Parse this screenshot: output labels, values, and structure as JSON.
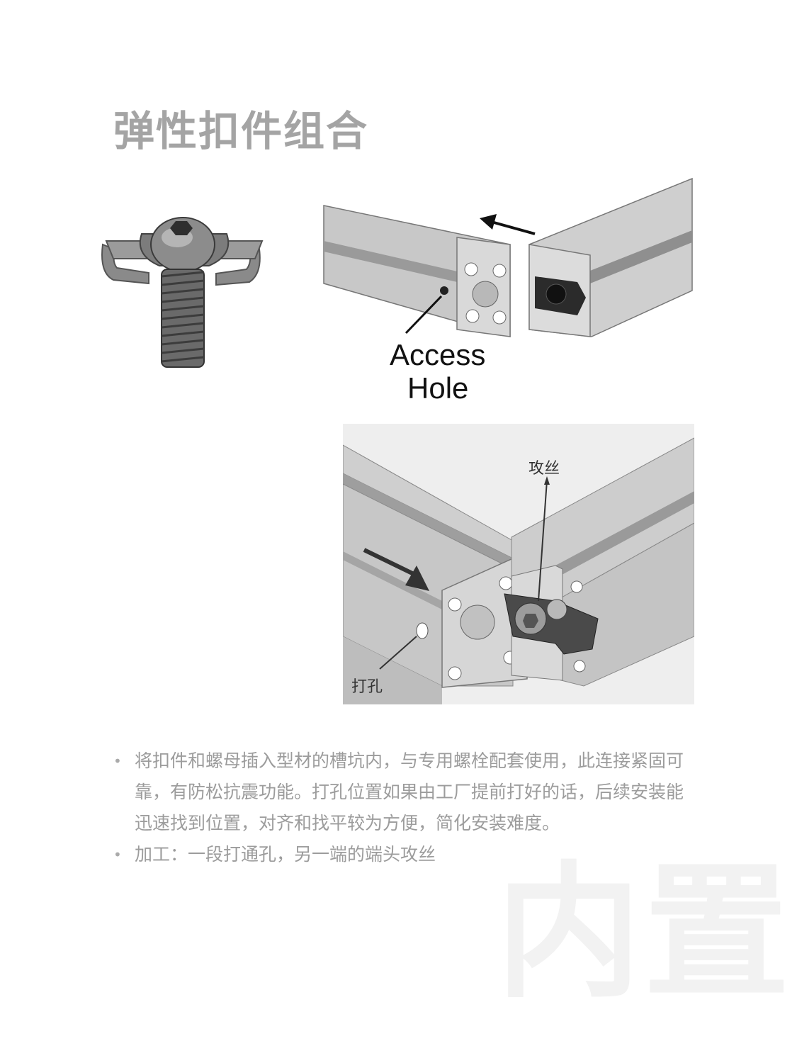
{
  "title": "弹性扣件组合",
  "figures": {
    "bolt": {
      "icon": "spring-clip-bolt-icon"
    },
    "access": {
      "label_line1": "Access",
      "label_line2": "Hole"
    },
    "joint": {
      "label_tap": "攻丝",
      "label_drill": "打孔"
    }
  },
  "bullets": [
    "将扣件和螺母插入型材的槽坑内，与专用螺栓配套使用，此连接紧固可靠，有防松抗震功能。打孔位置如果由工厂提前打好的话，后续安装能迅速找到位置，对齐和找平较为方便，简化安装难度。",
    "加工：一段打通孔，另一端的端头攻丝"
  ],
  "watermark": "内置",
  "colors": {
    "title": "#a4a4a4",
    "text": "#9c9c9c",
    "watermark": "#f2f2f2"
  }
}
